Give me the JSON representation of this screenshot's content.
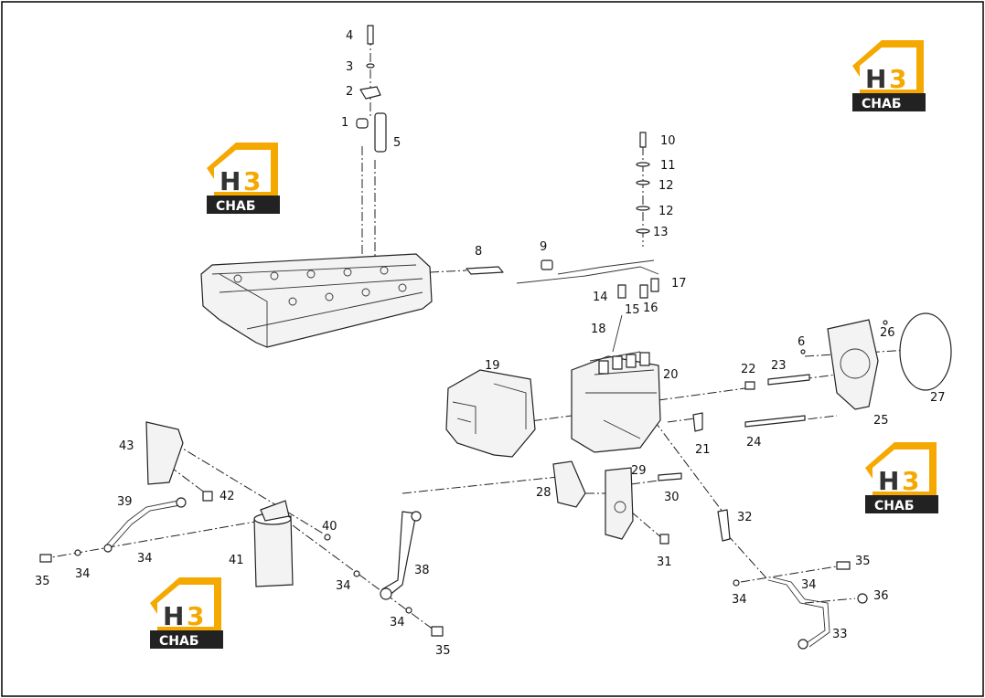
{
  "colors": {
    "logo_orange": "#f5a800",
    "logo_dark": "#222222",
    "logo_letter_dark": "#333333",
    "line": "#222222"
  },
  "logo": {
    "letter_h": "Н",
    "digit": "3",
    "caption": "СНАБ"
  },
  "labels": {
    "l1": "1",
    "l2": "2",
    "l3": "3",
    "l4": "4",
    "l5": "5",
    "l6": "6",
    "l8": "8",
    "l9": "9",
    "l10": "10",
    "l11": "11",
    "l12a": "12",
    "l12b": "12",
    "l13": "13",
    "l14": "14",
    "l15": "15",
    "l16": "16",
    "l17": "17",
    "l18": "18",
    "l19": "19",
    "l20": "20",
    "l21": "21",
    "l22": "22",
    "l23": "23",
    "l24": "24",
    "l25": "25",
    "l26": "26",
    "l27": "27",
    "l28": "28",
    "l29": "29",
    "l30": "30",
    "l31": "31",
    "l32": "32",
    "l33": "33",
    "l34a": "34",
    "l34b": "34",
    "l34c": "34",
    "l34d": "34",
    "l34e": "34",
    "l34f": "34",
    "l35a": "35",
    "l35b": "35",
    "l35c": "35",
    "l36": "36",
    "l38": "38",
    "l39": "39",
    "l40": "40",
    "l41": "41",
    "l42": "42",
    "l43": "43"
  }
}
